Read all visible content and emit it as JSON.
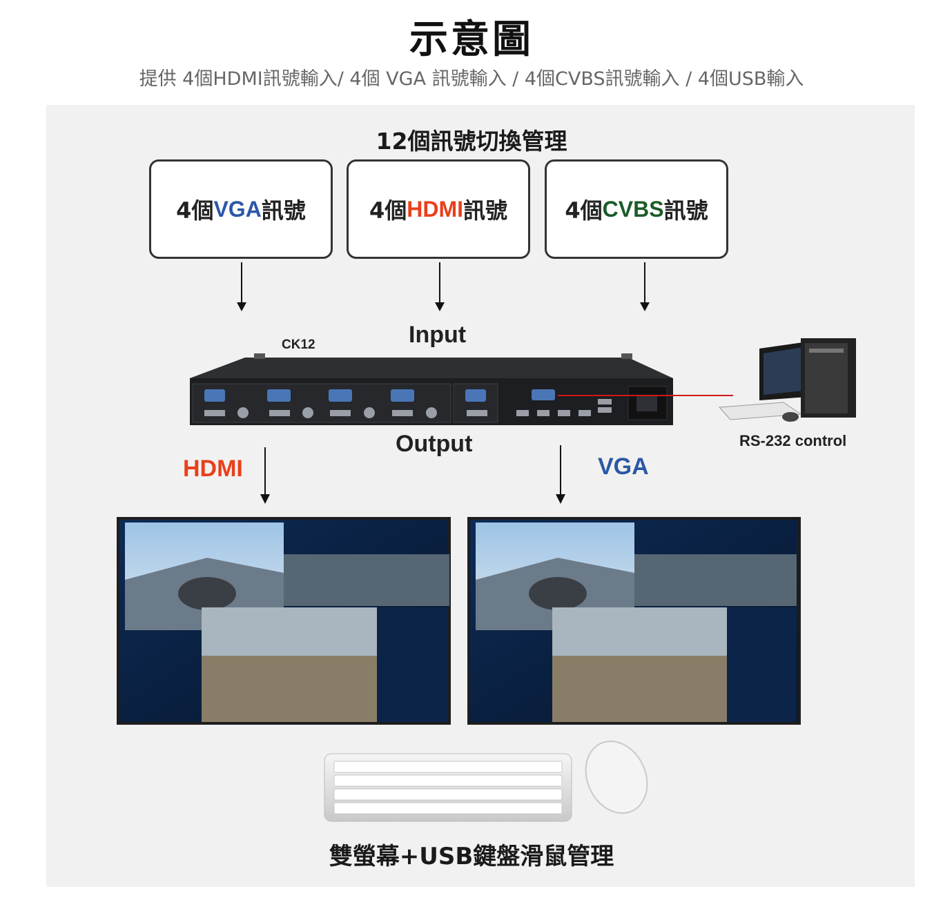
{
  "title": "示意圖",
  "subtitle": "提供 4個HDMI訊號輸入/ 4個 VGA 訊號輸入 / 4個CVBS訊號輸入 / 4個USB輸入",
  "heading": "12個訊號切換管理",
  "signals": [
    {
      "prefix": "4個",
      "highlight": "VGA",
      "suffix": "訊號",
      "color": "#2b57a6"
    },
    {
      "prefix": "4個",
      "highlight": "HDMI",
      "suffix": "訊號",
      "color": "#e8401c"
    },
    {
      "prefix": "4個",
      "highlight": "CVBS",
      "suffix": "訊號",
      "color": "#1c5b2a"
    }
  ],
  "device": {
    "name": "CK12",
    "input_label": "Input",
    "output_label": "Output"
  },
  "outputs": {
    "hdmi_label": "HDMI",
    "vga_label": "VGA"
  },
  "rs232_label": "RS-232 control",
  "bottom_caption": "雙螢幕+USB鍵盤滑鼠管理",
  "icons": [
    "switcher-device-icon",
    "desktop-computer-icon",
    "monitor-icon",
    "keyboard-icon",
    "mouse-icon",
    "down-arrow-icon"
  ]
}
